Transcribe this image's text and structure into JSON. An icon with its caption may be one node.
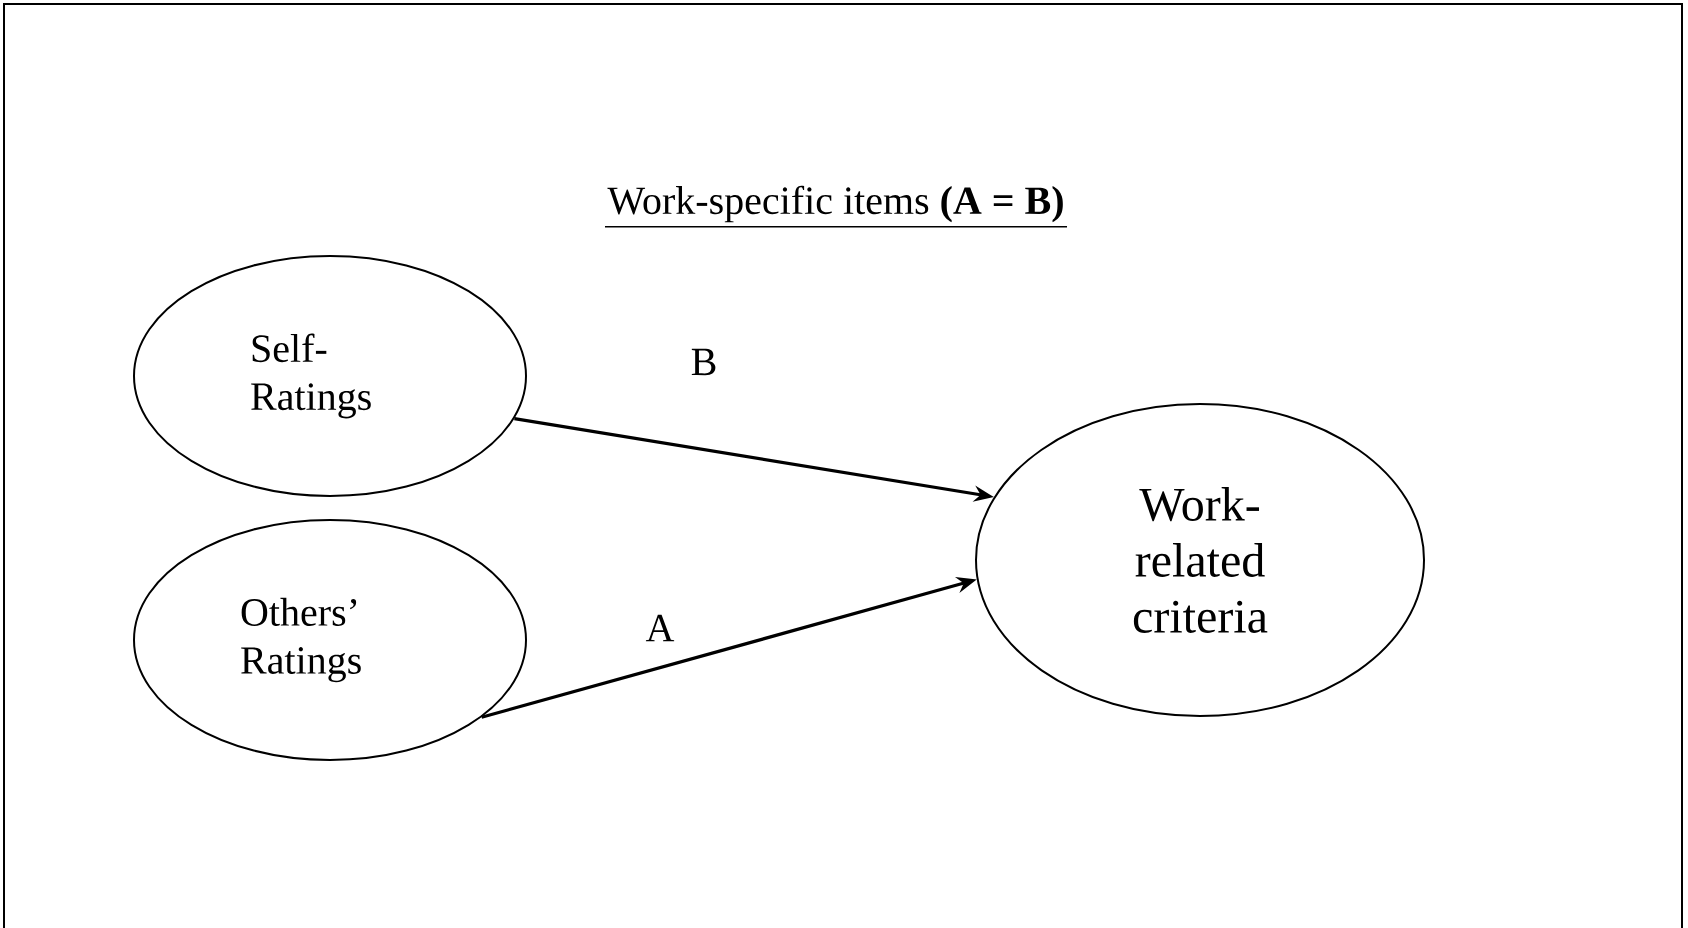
{
  "diagram": {
    "title": "Work-specific items **(A = B)**",
    "nodes": [
      {
        "text": [
          "Self- Ratings"
        ]
      },
      {
        "text": [
          "Others’ Ratings"
        ]
      },
      {
        "text": [
          "Work- related criteria"
        ]
      }
    ],
    "edges": [
      {
        "from": 0,
        "to": 2,
        "arrow": "to",
        "label": "B"
      },
      {
        "from": 1,
        "to": 2,
        "arrow": "to",
        "label": "A"
      }
    ]
  }
}
